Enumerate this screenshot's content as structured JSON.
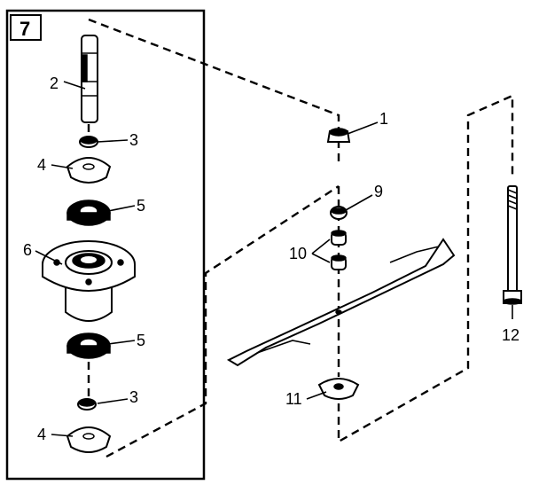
{
  "assembly_box_label": "7",
  "callouts": {
    "spindle": "2",
    "washer_top": "3",
    "adapter_top": "4",
    "bearing_top": "5",
    "housing": "6",
    "bearing_bottom": "5",
    "washer_bottom": "3",
    "adapter_bottom": "4",
    "nut": "1",
    "lock_washer": "9",
    "bushing": "10",
    "stiffener": "11",
    "blade_bolt": "12"
  },
  "colors": {
    "ink": "#000000",
    "paper": "#ffffff"
  }
}
